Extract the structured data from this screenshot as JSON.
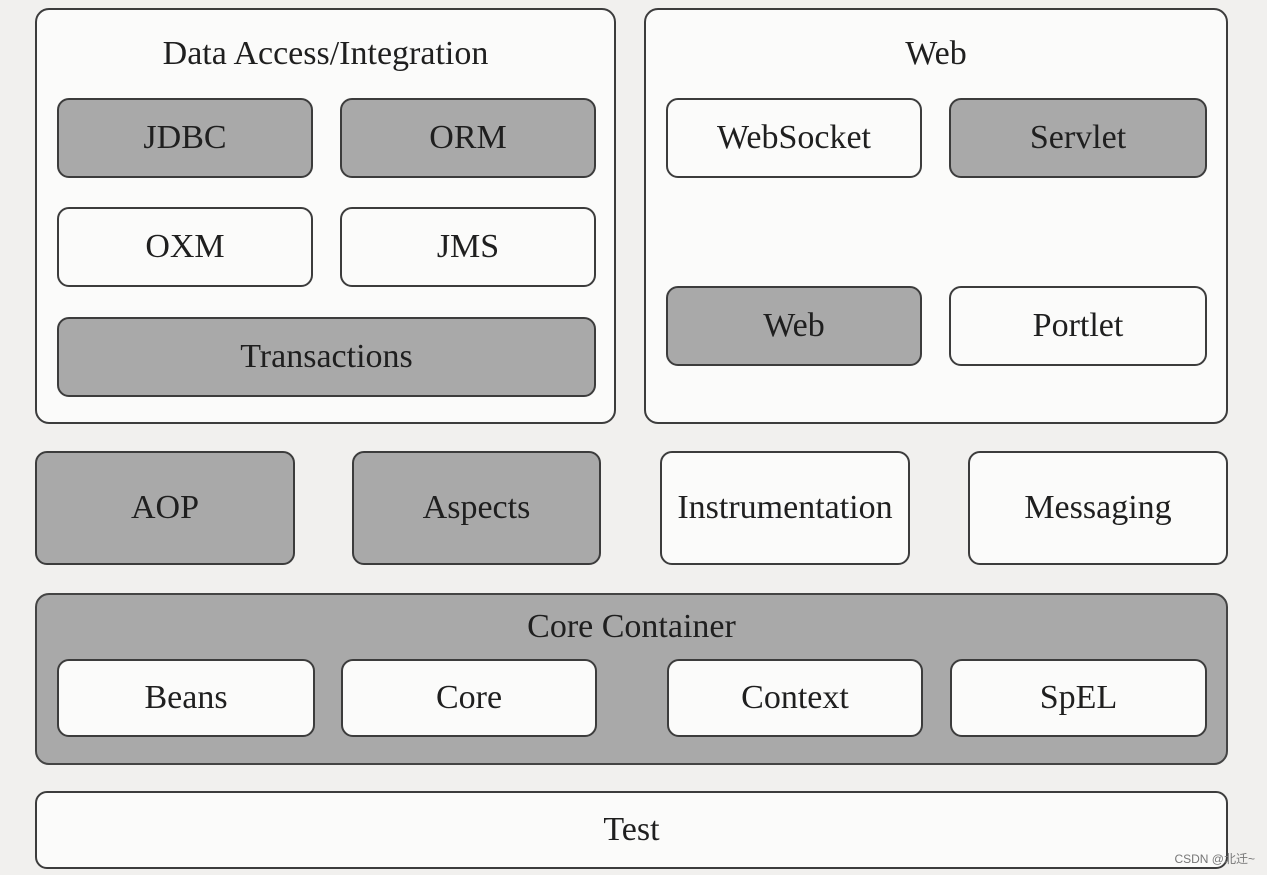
{
  "data_access": {
    "title": "Data Access/Integration",
    "jdbc": "JDBC",
    "orm": "ORM",
    "oxm": "OXM",
    "jms": "JMS",
    "transactions": "Transactions"
  },
  "web": {
    "title": "Web",
    "websocket": "WebSocket",
    "servlet": "Servlet",
    "web": "Web",
    "portlet": "Portlet"
  },
  "middle": {
    "aop": "AOP",
    "aspects": "Aspects",
    "instrumentation": "Instrumentation",
    "messaging": "Messaging"
  },
  "core_container": {
    "title": "Core Container",
    "beans": "Beans",
    "core": "Core",
    "context": "Context",
    "spel": "SpEL"
  },
  "test": {
    "label": "Test"
  },
  "watermark": "CSDN @北迁~",
  "colors": {
    "dark_module": "#a9a9a9",
    "light_module": "#fbfbfa",
    "border": "#3c3c3c"
  }
}
